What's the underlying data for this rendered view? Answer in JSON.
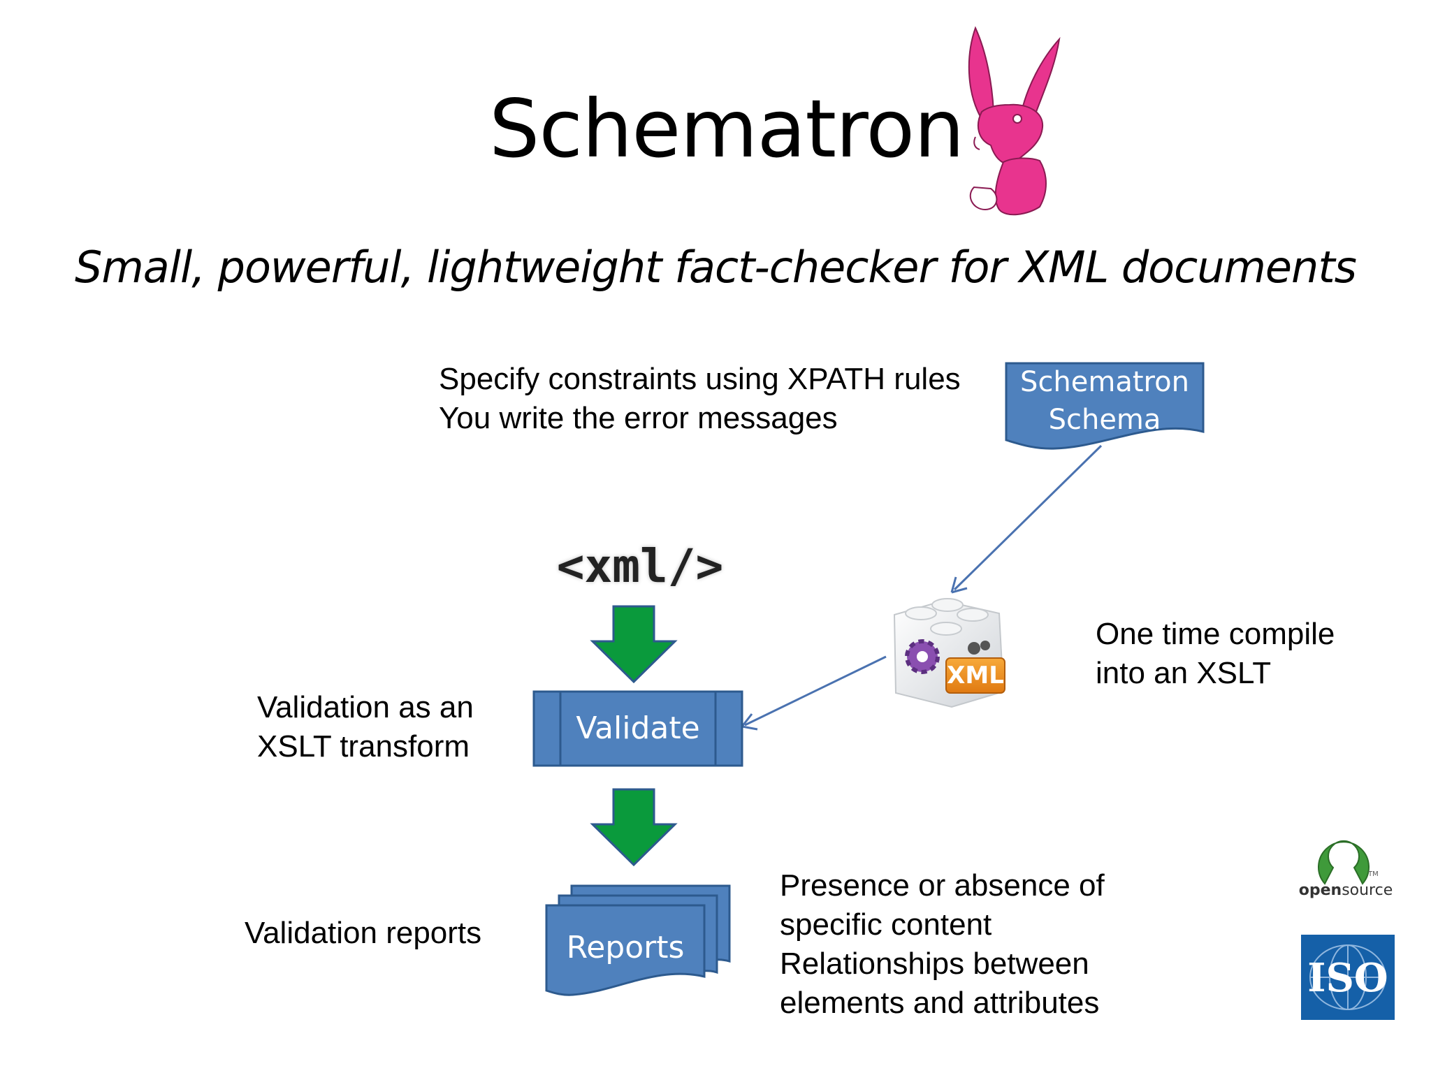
{
  "title": "Schematron",
  "subtitle": "Small, powerful, lightweight fact-checker for XML documents",
  "top_note": {
    "line1": "Specify constraints using XPATH rules",
    "line2": "You write the error messages"
  },
  "schema_box": {
    "line1": "Schematron",
    "line2": "Schema"
  },
  "xml_tag": "<xml/>",
  "compile_note": {
    "line1": "One time compile",
    "line2": "into an XSLT"
  },
  "xml_badge": "XML",
  "validate_note": {
    "line1": "Validation as an",
    "line2": "XSLT transform"
  },
  "validate_box": "Validate",
  "reports_note": "Validation reports",
  "reports_box": "Reports",
  "content_note": {
    "line1": "Presence or absence of",
    "line2": "specific content",
    "line3": "Relationships between",
    "line4": "elements and attributes"
  },
  "logos": {
    "opensource_line1": "open",
    "opensource_line2": "source",
    "opensource_tm": "TM",
    "iso": "ISO"
  },
  "colors": {
    "box_fill": "#4f81bd",
    "box_stroke": "#2d5a8e",
    "arrow_green": "#0a9a3c",
    "connector": "#4a72b0",
    "mascot_pink": "#e8348e",
    "opensource_green": "#3f9a3a",
    "iso_blue": "#1560a8"
  },
  "icons": [
    "rabbit-mascot-icon",
    "xslt-component-icon",
    "gear-icon",
    "open-source-logo-icon",
    "iso-logo-icon"
  ]
}
